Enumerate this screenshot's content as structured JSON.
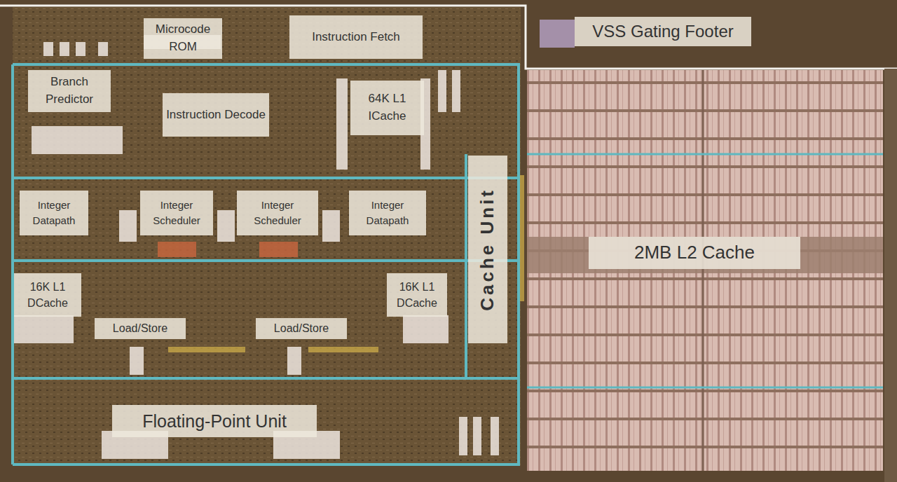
{
  "diagram": {
    "nodes": [
      {
        "text": [
          "Microcode ROM"
        ]
      },
      {
        "text": [
          "Instruction Fetch"
        ]
      },
      {
        "text": [
          "VSS Gating Footer"
        ]
      },
      {
        "text": [
          "Branch Predictor"
        ]
      },
      {
        "text": [
          "Instruction Decode"
        ]
      },
      {
        "text": [
          "64K L1 ICache"
        ]
      },
      {
        "text": [
          "Integer Datapath"
        ]
      },
      {
        "text": [
          "Integer Scheduler"
        ]
      },
      {
        "text": [
          "Integer Scheduler"
        ]
      },
      {
        "text": [
          "Integer Datapath"
        ]
      },
      {
        "text": [
          "Cache Unit"
        ]
      },
      {
        "text": [
          "2MB L2 Cache"
        ]
      },
      {
        "text": [
          "16K L1 DCache"
        ]
      },
      {
        "text": [
          "16K L1 DCache"
        ]
      },
      {
        "text": [
          "Load/Store"
        ]
      },
      {
        "text": [
          "Load/Store"
        ]
      },
      {
        "text": [
          "Floating-Point Unit"
        ]
      }
    ]
  }
}
